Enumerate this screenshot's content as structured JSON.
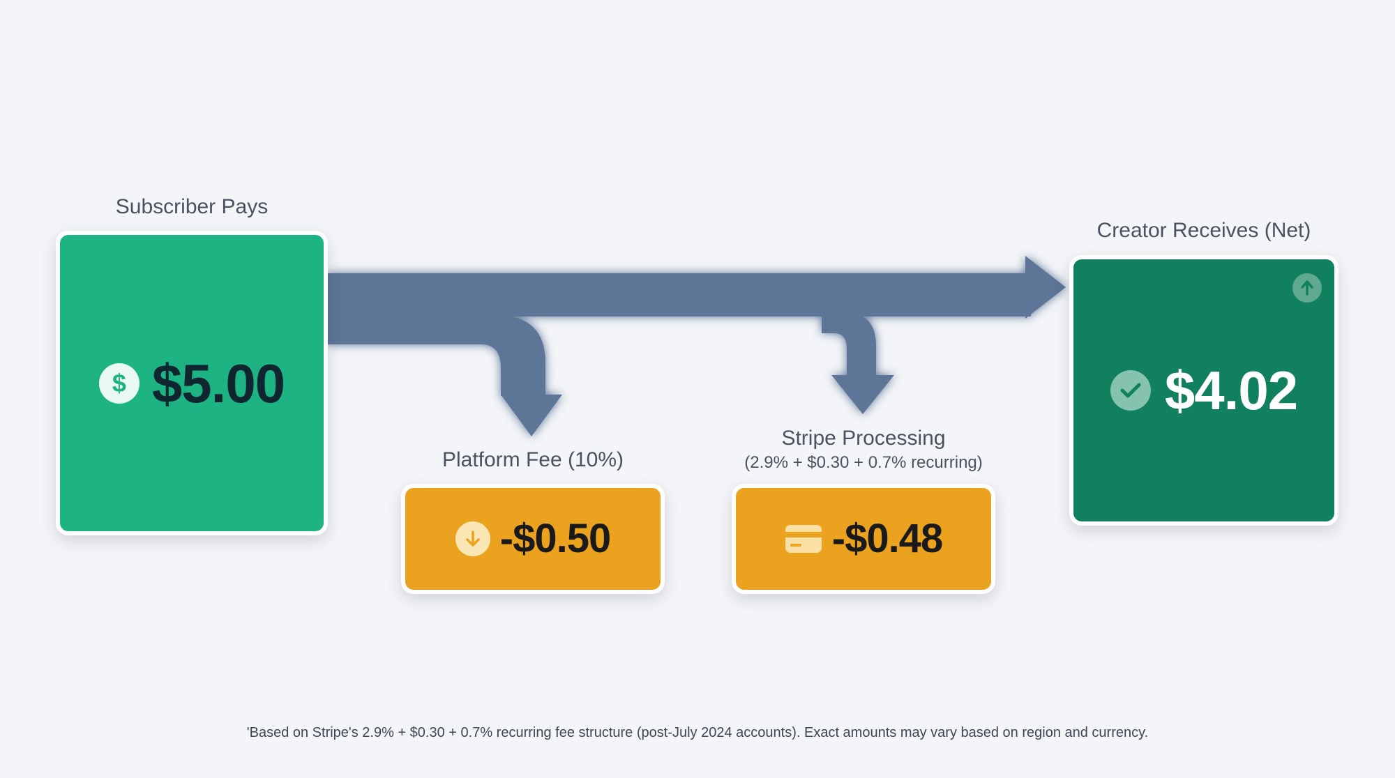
{
  "subscriber": {
    "label": "Subscriber Pays",
    "amount": "$5.00",
    "icon": "dollar-circle-icon",
    "color": "#1db383"
  },
  "platform_fee": {
    "label": "Platform Fee (10%)",
    "amount": "-$0.50",
    "icon": "arrow-down-circle-icon",
    "color": "#eba21f"
  },
  "stripe_fee": {
    "label": "Stripe Processing",
    "sublabel": "(2.9% + $0.30 + 0.7% recurring)",
    "amount": "-$0.48",
    "icon": "credit-card-icon",
    "color": "#eba21f"
  },
  "creator": {
    "label": "Creator Receives (Net)",
    "amount": "$4.02",
    "icon": "check-circle-icon",
    "corner_icon": "arrow-up-circle-icon",
    "color": "#11805f"
  },
  "arrow_color": "#5d7596",
  "footnote": "'Based on Stripe's 2.9% + $0.30 + 0.7% recurring fee structure (post-July 2024 accounts). Exact amounts may vary based on region and currency."
}
